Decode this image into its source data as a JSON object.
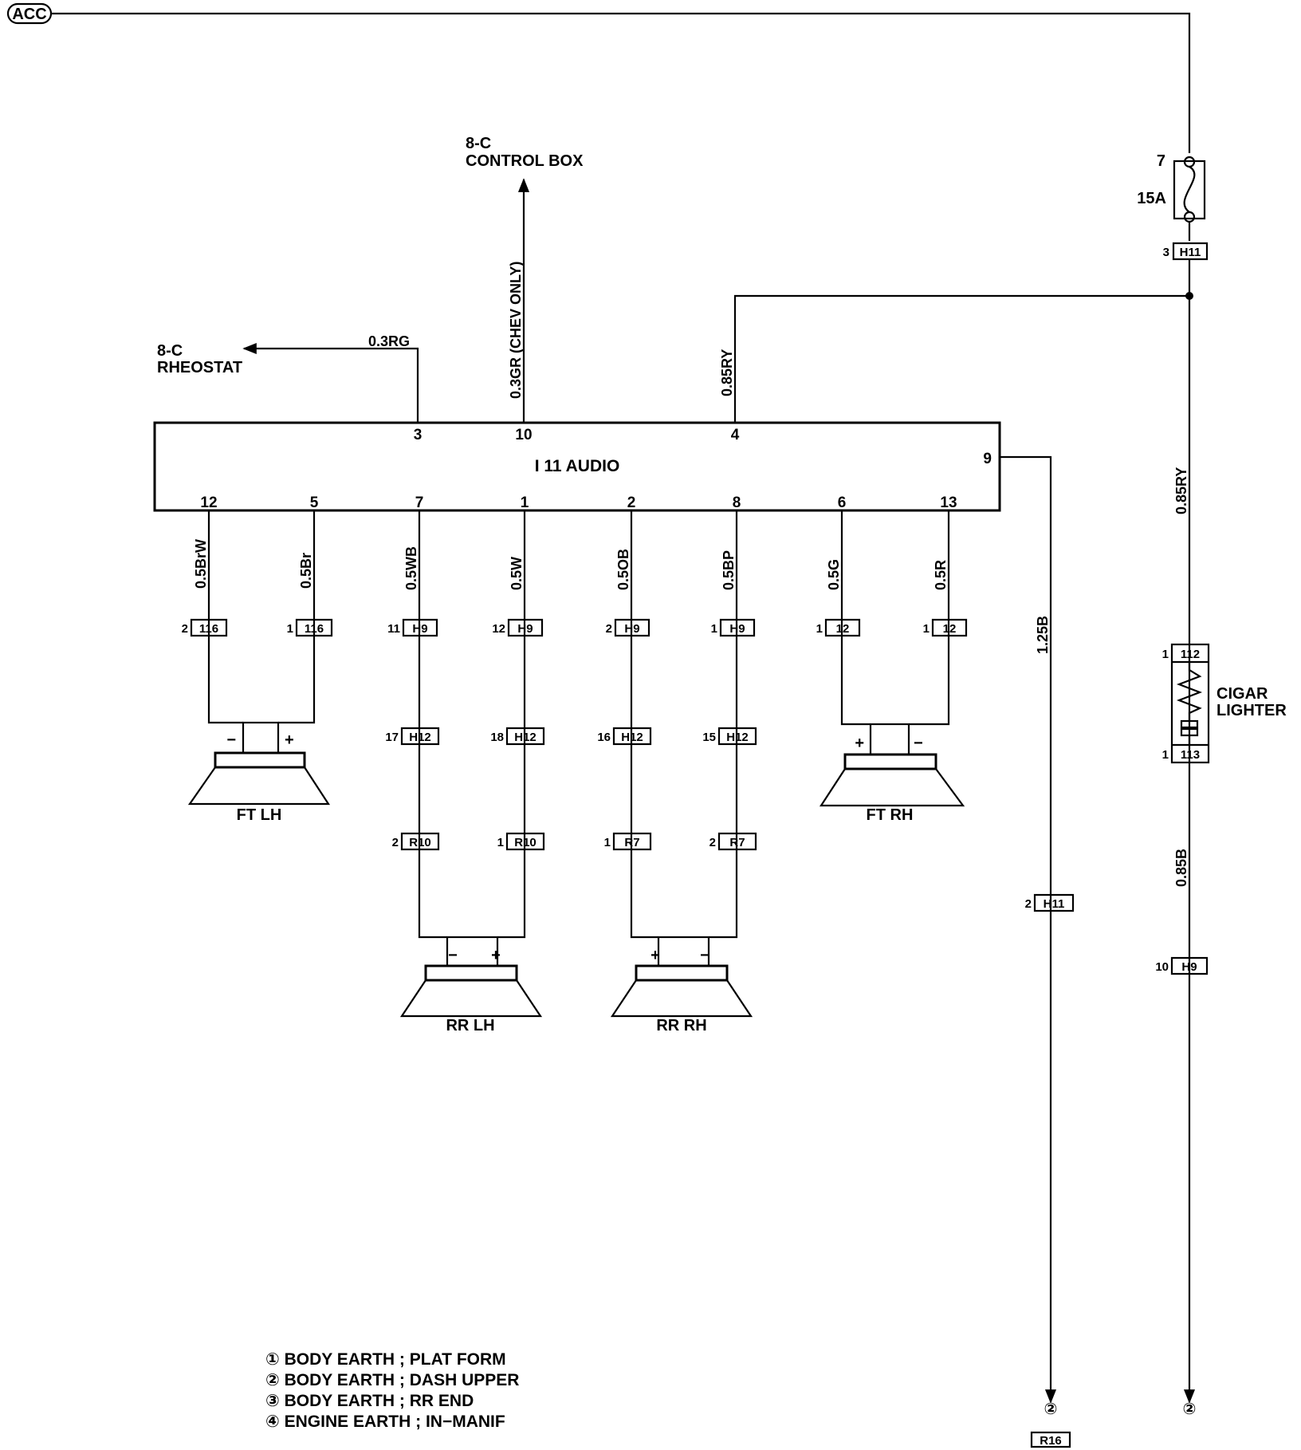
{
  "acc_label": "ACC",
  "control_box": {
    "ref": "8-C",
    "name": "CONTROL BOX",
    "wire": "0.3GR (CHEV ONLY)"
  },
  "rheostat": {
    "ref": "8-C",
    "name": "RHEOSTAT",
    "wire": "0.3RG"
  },
  "fuse": {
    "pin": "7",
    "rating": "15A",
    "conn_pin": "3",
    "conn": "H11"
  },
  "audio_feed_wire": "0.85RY",
  "audio": {
    "title": "I  11 AUDIO",
    "top_pins": {
      "rheostat": "3",
      "control": "10",
      "power": "4"
    },
    "ground_pin": "9",
    "bottom_pins": [
      "12",
      "5",
      "7",
      "1",
      "2",
      "8",
      "6",
      "13"
    ]
  },
  "speaker_wires": [
    "0.5BrW",
    "0.5Br",
    "0.5WB",
    "0.5W",
    "0.5OB",
    "0.5BP",
    "0.5G",
    "0.5R"
  ],
  "connectors_row1": [
    {
      "pin": "2",
      "name": "116"
    },
    {
      "pin": "1",
      "name": "116"
    },
    {
      "pin": "11",
      "name": "H9"
    },
    {
      "pin": "12",
      "name": "H9"
    },
    {
      "pin": "2",
      "name": "H9"
    },
    {
      "pin": "1",
      "name": "H9"
    },
    {
      "pin": "1",
      "name": "12"
    },
    {
      "pin": "1",
      "name": "12"
    }
  ],
  "connectors_row2": [
    {
      "pin": "17",
      "name": "H12"
    },
    {
      "pin": "18",
      "name": "H12"
    },
    {
      "pin": "16",
      "name": "H12"
    },
    {
      "pin": "15",
      "name": "H12"
    }
  ],
  "connectors_row3": [
    {
      "pin": "2",
      "name": "R10"
    },
    {
      "pin": "1",
      "name": "R10"
    },
    {
      "pin": "1",
      "name": "R7"
    },
    {
      "pin": "2",
      "name": "R7"
    }
  ],
  "speakers": {
    "ft_lh": "FT LH",
    "ft_rh": "FT RH",
    "rr_lh": "RR  LH",
    "rr_rh": "RR RH"
  },
  "polarity": {
    "minus": "−",
    "plus": "+"
  },
  "ground_wire": {
    "wire": "1.25B",
    "conn_pin": "2",
    "conn": "H11",
    "earth": "②",
    "earth_ref": "R16"
  },
  "lighter": {
    "feed_wire": "0.85RY",
    "name_line1": "CIGAR",
    "name_line2": "LIGHTER",
    "top_pin": "1",
    "top_conn": "112",
    "bottom_pin": "1",
    "bottom_conn": "113",
    "ground_wire": "0.85B",
    "conn_pin": "10",
    "conn": "H9",
    "earth": "②"
  },
  "legend": [
    "① BODY EARTH ; PLAT FORM",
    "② BODY EARTH ; DASH UPPER",
    "③ BODY EARTH ; RR END",
    "④ ENGINE EARTH ; IN−MANIF"
  ]
}
